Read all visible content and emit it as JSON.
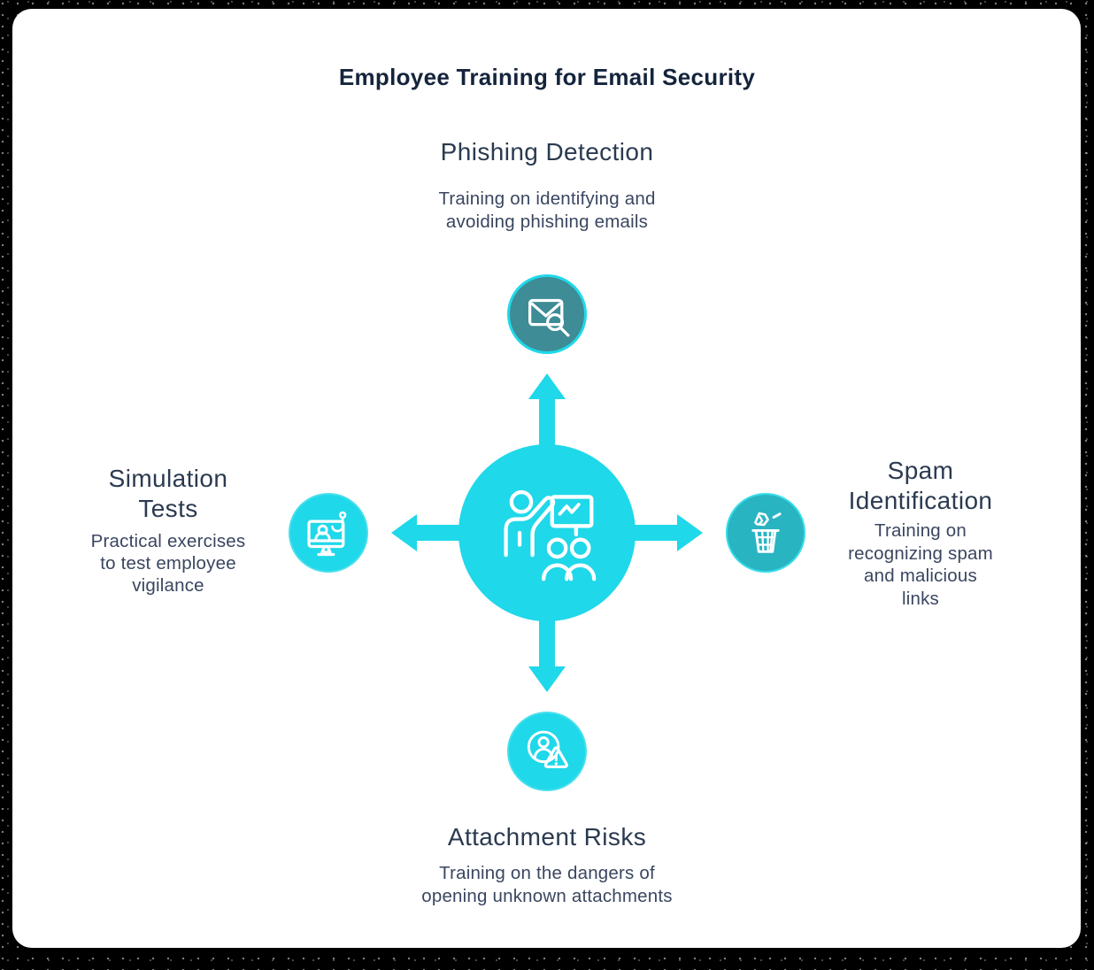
{
  "title": "Employee Training for Email Security",
  "colors": {
    "background_frame": "#000000",
    "card": "#ffffff",
    "accent_cyan": "#1fd8e9",
    "hub_teal_dark": "#3d8c96",
    "hub_teal_medium": "#29b4c2",
    "bubble_ring": "#35dde9",
    "title_navy": "#14243c",
    "heading_navy": "#2b3a50",
    "body_navy": "#3a4660",
    "icon_stroke": "#ffffff"
  },
  "center": {
    "icon": "trainer-presentation-icon"
  },
  "nodes": {
    "top": {
      "heading": "Phishing Detection",
      "description": "Training on identifying and\navoiding phishing emails",
      "icon": "email-magnifier-icon"
    },
    "left": {
      "heading": "Simulation\nTests",
      "description": "Practical exercises\nto test employee\nvigilance",
      "icon": "monitor-hook-icon"
    },
    "right": {
      "heading": "Spam\nIdentification",
      "description": "Training on\nrecognizing spam\nand malicious\nlinks",
      "icon": "trash-bin-icon"
    },
    "bottom": {
      "heading": "Attachment Risks",
      "description": "Training on the dangers of\nopening unknown attachments",
      "icon": "user-warning-icon"
    }
  }
}
